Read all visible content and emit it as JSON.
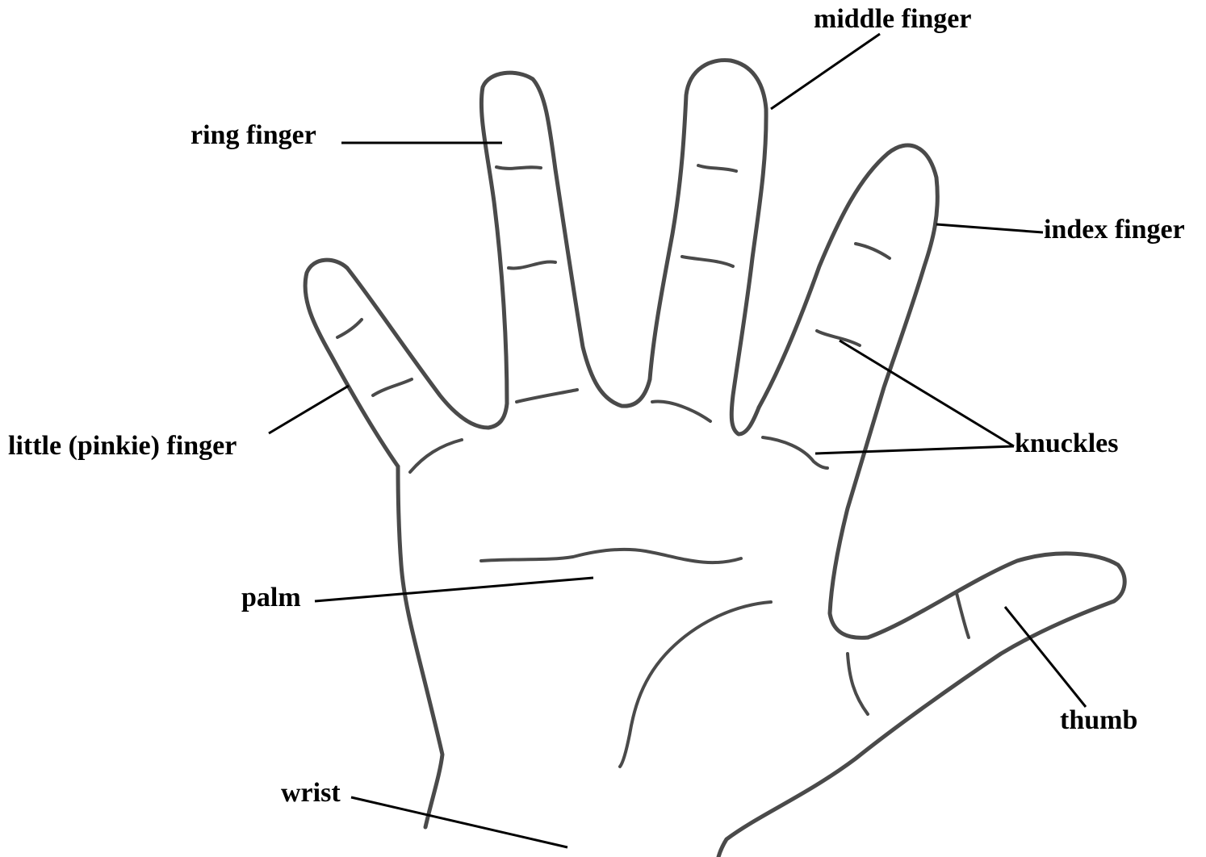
{
  "labels": {
    "middle_finger": "middle finger",
    "ring_finger": "ring finger",
    "index_finger": "index finger",
    "little_finger": "little (pinkie) finger",
    "knuckles": "knuckles",
    "palm": "palm",
    "thumb": "thumb",
    "wrist": "wrist"
  },
  "colors": {
    "outline": "#4a4a4a",
    "leader_lines": "#000000",
    "background": "#ffffff"
  }
}
